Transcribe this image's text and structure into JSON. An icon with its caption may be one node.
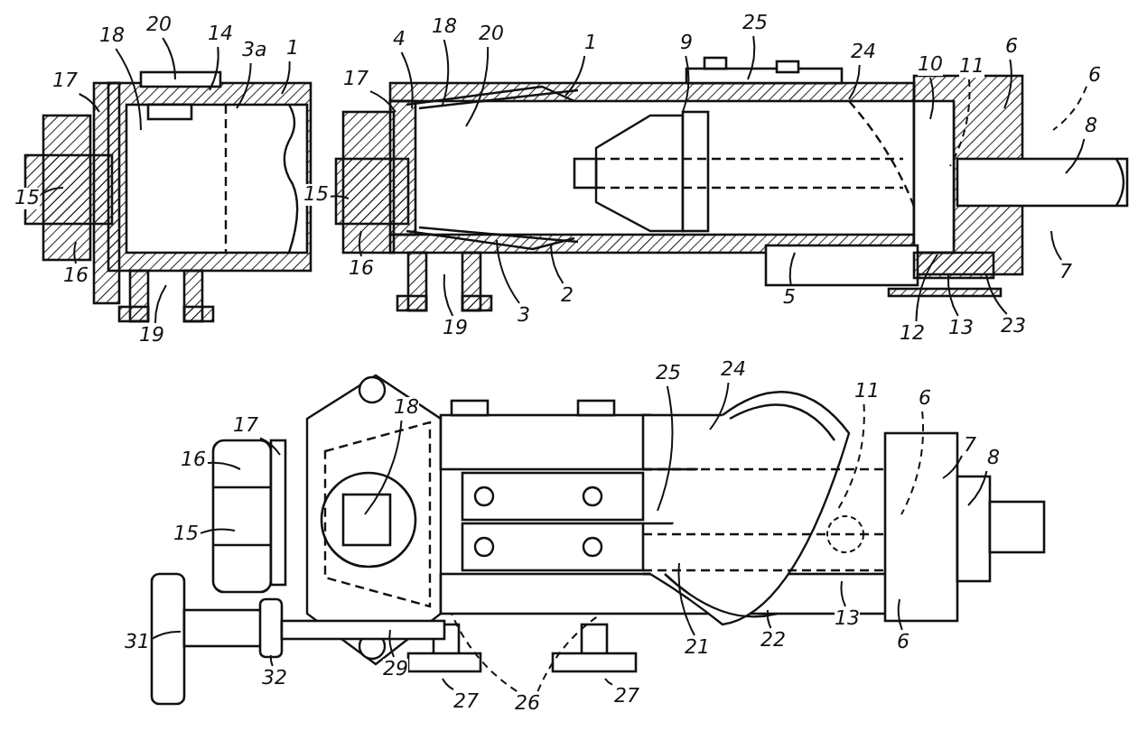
{
  "diagram": {
    "nodes": [
      {
        "text": [
          "18"
        ]
      },
      {
        "text": [
          "20"
        ]
      },
      {
        "text": [
          "14"
        ]
      },
      {
        "text": [
          "3a"
        ]
      },
      {
        "text": [
          "1"
        ]
      },
      {
        "text": [
          "17"
        ]
      },
      {
        "text": [
          "15"
        ]
      },
      {
        "text": [
          "16"
        ]
      },
      {
        "text": [
          "19"
        ]
      },
      {
        "text": [
          "4"
        ]
      },
      {
        "text": [
          "18"
        ]
      },
      {
        "text": [
          "20"
        ]
      },
      {
        "text": [
          "17"
        ]
      },
      {
        "text": [
          "1"
        ]
      },
      {
        "text": [
          "9"
        ]
      },
      {
        "text": [
          "25"
        ]
      },
      {
        "text": [
          "24"
        ]
      },
      {
        "text": [
          "10"
        ]
      },
      {
        "text": [
          "11"
        ]
      },
      {
        "text": [
          "6"
        ]
      },
      {
        "text": [
          "6"
        ]
      },
      {
        "text": [
          "8"
        ]
      },
      {
        "text": [
          "15"
        ]
      },
      {
        "text": [
          "16"
        ]
      },
      {
        "text": [
          "7"
        ]
      },
      {
        "text": [
          "19"
        ]
      },
      {
        "text": [
          "3"
        ]
      },
      {
        "text": [
          "2"
        ]
      },
      {
        "text": [
          "5"
        ]
      },
      {
        "text": [
          "12"
        ]
      },
      {
        "text": [
          "13"
        ]
      },
      {
        "text": [
          "23"
        ]
      },
      {
        "text": [
          "18"
        ]
      },
      {
        "text": [
          "17"
        ]
      },
      {
        "text": [
          "16"
        ]
      },
      {
        "text": [
          "25"
        ]
      },
      {
        "text": [
          "24"
        ]
      },
      {
        "text": [
          "11"
        ]
      },
      {
        "text": [
          "6"
        ]
      },
      {
        "text": [
          "7"
        ]
      },
      {
        "text": [
          "8"
        ]
      },
      {
        "text": [
          "15"
        ]
      },
      {
        "text": [
          "13"
        ]
      },
      {
        "text": [
          "31"
        ]
      },
      {
        "text": [
          "21"
        ]
      },
      {
        "text": [
          "22"
        ]
      },
      {
        "text": [
          "6"
        ]
      },
      {
        "text": [
          "32"
        ]
      },
      {
        "text": [
          "29"
        ]
      },
      {
        "text": [
          "27"
        ]
      },
      {
        "text": [
          "26"
        ]
      },
      {
        "text": [
          "27"
        ]
      }
    ],
    "edges": [
      {
        "from": 0,
        "to": null,
        "arrow": "none"
      },
      {
        "from": 1,
        "to": null,
        "arrow": "none"
      },
      {
        "from": 2,
        "to": null,
        "arrow": "none"
      },
      {
        "from": 3,
        "to": null,
        "arrow": "none"
      },
      {
        "from": 4,
        "to": null,
        "arrow": "none"
      },
      {
        "from": 5,
        "to": null,
        "arrow": "none"
      },
      {
        "from": 6,
        "to": null,
        "arrow": "none"
      },
      {
        "from": 7,
        "to": null,
        "arrow": "none"
      },
      {
        "from": 8,
        "to": null,
        "arrow": "none"
      },
      {
        "from": 9,
        "to": null,
        "arrow": "none"
      },
      {
        "from": 10,
        "to": null,
        "arrow": "none"
      },
      {
        "from": 11,
        "to": null,
        "arrow": "none"
      },
      {
        "from": 12,
        "to": null,
        "arrow": "none"
      },
      {
        "from": 13,
        "to": null,
        "arrow": "none"
      },
      {
        "from": 14,
        "to": null,
        "arrow": "none"
      },
      {
        "from": 15,
        "to": null,
        "arrow": "none"
      },
      {
        "from": 16,
        "to": null,
        "arrow": "none"
      },
      {
        "from": 17,
        "to": null,
        "arrow": "none"
      },
      {
        "from": 18,
        "to": null,
        "arrow": "none",
        "style": "dashed"
      },
      {
        "from": 19,
        "to": null,
        "arrow": "none"
      },
      {
        "from": 20,
        "to": null,
        "arrow": "none",
        "style": "dashed"
      },
      {
        "from": 21,
        "to": null,
        "arrow": "none"
      },
      {
        "from": 22,
        "to": null,
        "arrow": "none"
      },
      {
        "from": 23,
        "to": null,
        "arrow": "none"
      },
      {
        "from": 24,
        "to": null,
        "arrow": "none"
      },
      {
        "from": 25,
        "to": null,
        "arrow": "none"
      },
      {
        "from": 26,
        "to": null,
        "arrow": "none"
      },
      {
        "from": 27,
        "to": null,
        "arrow": "none"
      },
      {
        "from": 28,
        "to": null,
        "arrow": "none"
      },
      {
        "from": 29,
        "to": null,
        "arrow": "none"
      },
      {
        "from": 30,
        "to": null,
        "arrow": "none"
      },
      {
        "from": 31,
        "to": null,
        "arrow": "none"
      },
      {
        "from": 32,
        "to": null,
        "arrow": "none"
      },
      {
        "from": 33,
        "to": null,
        "arrow": "none"
      },
      {
        "from": 34,
        "to": null,
        "arrow": "none"
      },
      {
        "from": 35,
        "to": null,
        "arrow": "none"
      },
      {
        "from": 36,
        "to": null,
        "arrow": "none"
      },
      {
        "from": 37,
        "to": null,
        "arrow": "none",
        "style": "dashed"
      },
      {
        "from": 38,
        "to": null,
        "arrow": "none",
        "style": "dashed"
      },
      {
        "from": 39,
        "to": null,
        "arrow": "none"
      },
      {
        "from": 40,
        "to": null,
        "arrow": "none"
      },
      {
        "from": 41,
        "to": null,
        "arrow": "none"
      },
      {
        "from": 42,
        "to": null,
        "arrow": "none"
      },
      {
        "from": 43,
        "to": null,
        "arrow": "none"
      },
      {
        "from": 44,
        "to": null,
        "arrow": "none"
      },
      {
        "from": 45,
        "to": null,
        "arrow": "none"
      },
      {
        "from": 46,
        "to": null,
        "arrow": "none"
      },
      {
        "from": 47,
        "to": null,
        "arrow": "none"
      },
      {
        "from": 48,
        "to": null,
        "arrow": "none"
      },
      {
        "from": 49,
        "to": null,
        "arrow": "none"
      },
      {
        "from": 50,
        "to": null,
        "arrow": "none",
        "style": "dashed"
      },
      {
        "from": 50,
        "to": null,
        "arrow": "none",
        "style": "dashed"
      },
      {
        "from": 51,
        "to": null,
        "arrow": "none"
      }
    ]
  }
}
